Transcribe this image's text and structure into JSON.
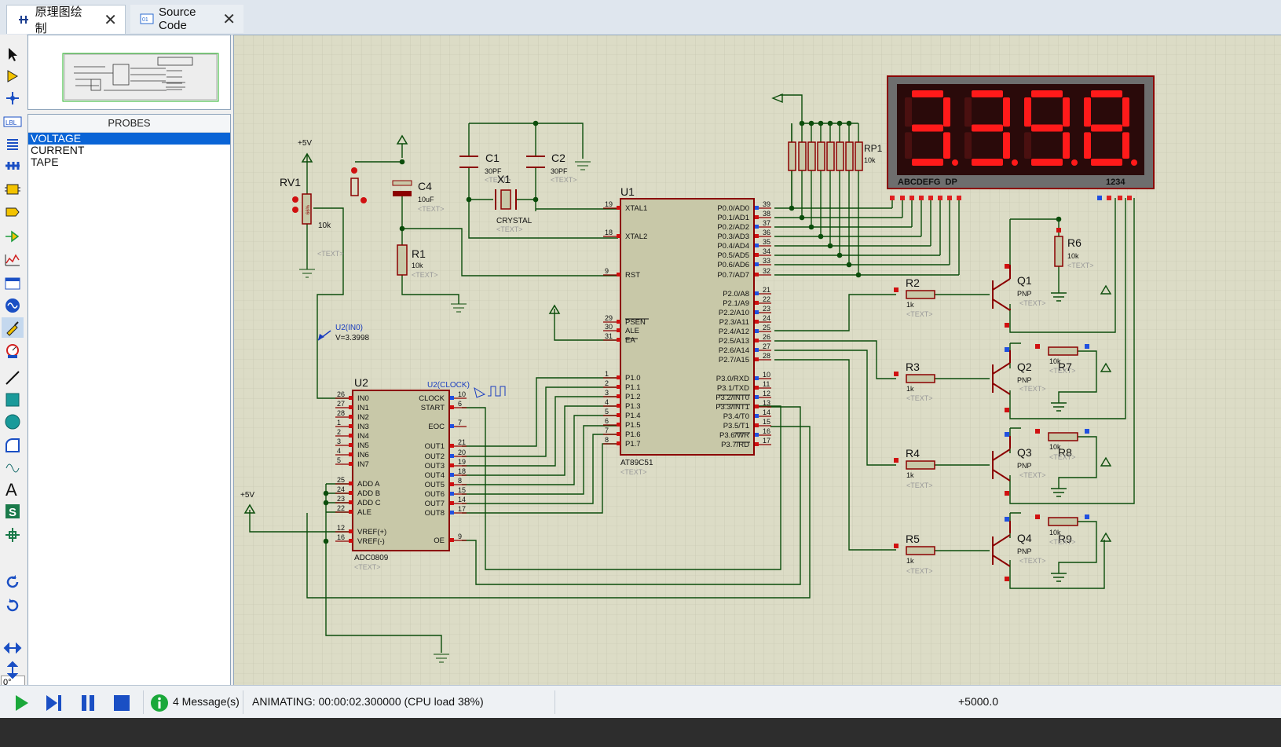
{
  "tabs": [
    {
      "label": "原理图绘制",
      "active": true
    },
    {
      "label": "Source Code",
      "active": false
    }
  ],
  "toolbar": {
    "rotation_value": "0°"
  },
  "probes": {
    "header": "PROBES",
    "items": [
      "VOLTAGE",
      "CURRENT",
      "TAPE"
    ],
    "selected": "VOLTAGE"
  },
  "status": {
    "messages": "4 Message(s)",
    "animating": "ANIMATING: 00:00:02.300000 (CPU load 38%)",
    "coordinate": "+5000.0"
  },
  "colors": {
    "canvas": "#dcdcc6",
    "wire": "#0b4d0b",
    "component": "#8b0000",
    "chip_fill": "#c8c8a8",
    "display_on": "#ff1a1a",
    "display_bg": "#2a0a0a"
  },
  "schematic": {
    "display": {
      "digits": "3398",
      "segment_label": "ABCDEFG  DP",
      "digit_label": "1234"
    },
    "u1": {
      "ref": "U1",
      "part": "AT89C51",
      "text": "<TEXT>",
      "left_pins": [
        {
          "num": "19",
          "name": "XTAL1"
        },
        {
          "num": "18",
          "name": "XTAL2"
        },
        {
          "num": "9",
          "name": "RST"
        },
        {
          "num": "29",
          "name": "PSEN"
        },
        {
          "num": "30",
          "name": "ALE"
        },
        {
          "num": "31",
          "name": "EA"
        },
        {
          "num": "1",
          "name": "P1.0"
        },
        {
          "num": "2",
          "name": "P1.1"
        },
        {
          "num": "3",
          "name": "P1.2"
        },
        {
          "num": "4",
          "name": "P1.3"
        },
        {
          "num": "5",
          "name": "P1.4"
        },
        {
          "num": "6",
          "name": "P1.5"
        },
        {
          "num": "7",
          "name": "P1.6"
        },
        {
          "num": "8",
          "name": "P1.7"
        }
      ],
      "right_pins": [
        {
          "num": "39",
          "name": "P0.0/AD0"
        },
        {
          "num": "38",
          "name": "P0.1/AD1"
        },
        {
          "num": "37",
          "name": "P0.2/AD2"
        },
        {
          "num": "36",
          "name": "P0.3/AD3"
        },
        {
          "num": "35",
          "name": "P0.4/AD4"
        },
        {
          "num": "34",
          "name": "P0.5/AD5"
        },
        {
          "num": "33",
          "name": "P0.6/AD6"
        },
        {
          "num": "32",
          "name": "P0.7/AD7"
        },
        {
          "num": "21",
          "name": "P2.0/A8"
        },
        {
          "num": "22",
          "name": "P2.1/A9"
        },
        {
          "num": "23",
          "name": "P2.2/A10"
        },
        {
          "num": "24",
          "name": "P2.3/A11"
        },
        {
          "num": "25",
          "name": "P2.4/A12"
        },
        {
          "num": "26",
          "name": "P2.5/A13"
        },
        {
          "num": "27",
          "name": "P2.6/A14"
        },
        {
          "num": "28",
          "name": "P2.7/A15"
        },
        {
          "num": "10",
          "name": "P3.0/RXD"
        },
        {
          "num": "11",
          "name": "P3.1/TXD"
        },
        {
          "num": "12",
          "name": "P3.2/INT0"
        },
        {
          "num": "13",
          "name": "P3.3/INT1"
        },
        {
          "num": "14",
          "name": "P3.4/T0"
        },
        {
          "num": "15",
          "name": "P3.5/T1"
        },
        {
          "num": "16",
          "name": "P3.6/WR"
        },
        {
          "num": "17",
          "name": "P3.7/RD"
        }
      ]
    },
    "u2": {
      "ref": "U2",
      "part": "ADC0809",
      "text": "<TEXT>",
      "left_pins": [
        {
          "num": "26",
          "name": "IN0"
        },
        {
          "num": "27",
          "name": "IN1"
        },
        {
          "num": "28",
          "name": "IN2"
        },
        {
          "num": "1",
          "name": "IN3"
        },
        {
          "num": "2",
          "name": "IN4"
        },
        {
          "num": "3",
          "name": "IN5"
        },
        {
          "num": "4",
          "name": "IN6"
        },
        {
          "num": "5",
          "name": "IN7"
        },
        {
          "num": "25",
          "name": "ADD A"
        },
        {
          "num": "24",
          "name": "ADD B"
        },
        {
          "num": "23",
          "name": "ADD C"
        },
        {
          "num": "22",
          "name": "ALE"
        },
        {
          "num": "12",
          "name": "VREF(+)"
        },
        {
          "num": "16",
          "name": "VREF(-)"
        }
      ],
      "right_pins": [
        {
          "num": "10",
          "name": "CLOCK"
        },
        {
          "num": "6",
          "name": "START"
        },
        {
          "num": "7",
          "name": "EOC"
        },
        {
          "num": "21",
          "name": "OUT1"
        },
        {
          "num": "20",
          "name": "OUT2"
        },
        {
          "num": "19",
          "name": "OUT3"
        },
        {
          "num": "18",
          "name": "OUT4"
        },
        {
          "num": "8",
          "name": "OUT5"
        },
        {
          "num": "15",
          "name": "OUT6"
        },
        {
          "num": "14",
          "name": "OUT7"
        },
        {
          "num": "17",
          "name": "OUT8"
        },
        {
          "num": "9",
          "name": "OE"
        }
      ]
    },
    "labels": {
      "rv1": "RV1",
      "rv1_val": "10k",
      "rv1_pct": "66%",
      "plus5v_top": "+5V",
      "plus5v_left": "+5V",
      "c4": "C4",
      "c4_val": "10uF",
      "c1": "C1",
      "c1_val": "30PF",
      "c2": "C2",
      "c2_val": "30PF",
      "x1": "X1",
      "x1_val": "CRYSTAL",
      "r1": "R1",
      "r1_val": "10k",
      "probe_name": "U2(IN0)",
      "probe_value": "V=3.3998",
      "clock_probe": "U2(CLOCK)",
      "rp1": "RP1",
      "rp1_val": "10k",
      "text": "<TEXT>",
      "r6": "R6",
      "r6_val": "10k",
      "r7": "R7",
      "r8": "R8",
      "r9": "R9",
      "rx_val": "10k",
      "r2": "R2",
      "r3": "R3",
      "r4": "R4",
      "r5": "R5",
      "rb_val": "1k",
      "q1": "Q1",
      "q2": "Q2",
      "q3": "Q3",
      "q4": "Q4",
      "pnp": "PNP"
    }
  }
}
